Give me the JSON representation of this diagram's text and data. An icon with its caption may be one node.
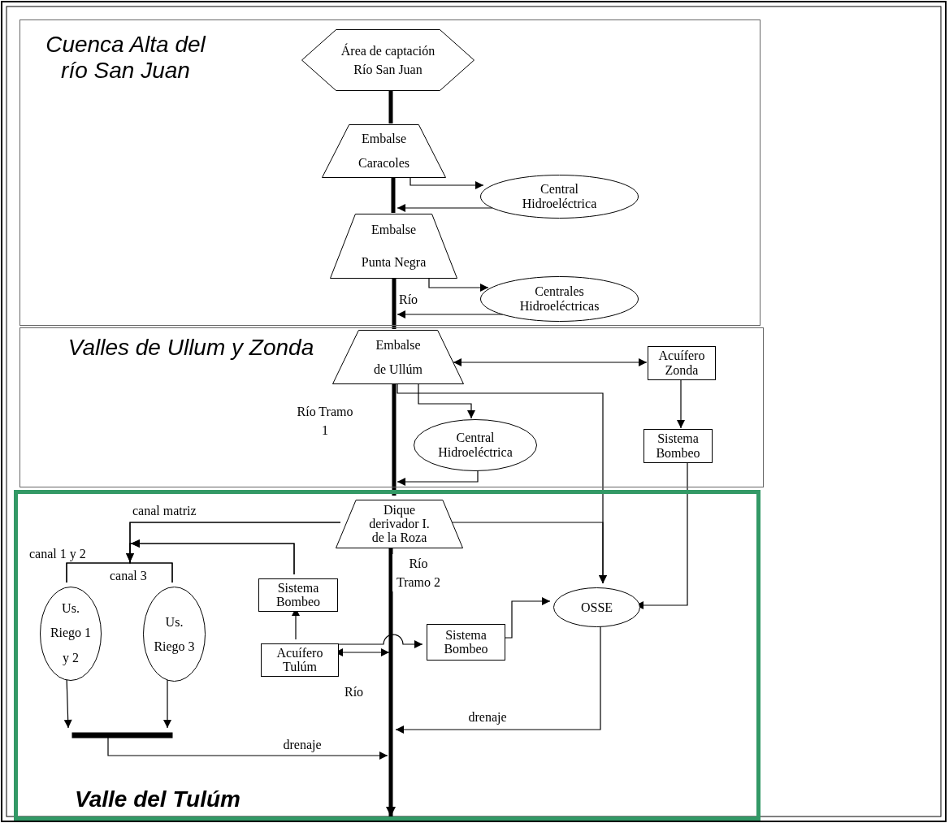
{
  "diagram": {
    "nodes": [
      {
        "text": [
          "Cuenca Alta del río San Juan"
        ]
      },
      {
        "text": [
          "Área de captación Río San Juan"
        ],
        "in": 0
      },
      {
        "text": [
          "Embalse Caracoles"
        ],
        "in": 0
      },
      {
        "text": [
          "Central Hidroeléctrica"
        ],
        "in": 0
      },
      {
        "text": [
          "Embalse Punta Negra"
        ],
        "in": 0
      },
      {
        "text": [
          "Centrales Hidroeléctricas"
        ],
        "in": 0
      },
      {
        "text": [
          "Valles de Ullum y Zonda"
        ]
      },
      {
        "text": [
          "Embalse de Ullúm"
        ],
        "in": 6
      },
      {
        "text": [
          "Acuífero Zonda"
        ],
        "in": 6
      },
      {
        "text": [
          "Sistema Bombeo"
        ],
        "in": 6
      },
      {
        "text": [
          "Central Hidroeléctrica"
        ],
        "in": 6
      },
      {
        "text": [
          "Valle del Tulúm"
        ]
      },
      {
        "text": [
          "Dique derivador I. de la Roza"
        ],
        "in": 11
      },
      {
        "text": [
          "Sistema Bombeo"
        ],
        "in": 11
      },
      {
        "text": [
          "Acuífero Tulúm"
        ],
        "in": 11
      },
      {
        "text": [
          "Sistema Bombeo"
        ],
        "in": 11
      },
      {
        "text": [
          "OSSE"
        ],
        "in": 11
      },
      {
        "text": [
          "Us. Riego 1 y 2"
        ],
        "in": 11
      },
      {
        "text": [
          "Us. Riego 3"
        ],
        "in": 11
      },
      {
        "text": [],
        "shape": "bar",
        "in": 11
      }
    ],
    "edges": [
      {
        "from": 1,
        "to": 2,
        "arrow": "none",
        "style": "thick"
      },
      {
        "from": 2,
        "to": 4,
        "arrow": "none",
        "style": "thick"
      },
      {
        "from": 4,
        "to": 7,
        "arrow": "none",
        "style": "thick",
        "label": "Río"
      },
      {
        "from": 7,
        "to": 12,
        "arrow": "none",
        "style": "thick",
        "label": "Río Tramo 1"
      },
      {
        "from": 12,
        "to": null,
        "arrow": "to",
        "style": "thick",
        "label": "Río Tramo 2"
      },
      {
        "from": 2,
        "to": 3,
        "arrow": "to"
      },
      {
        "from": 3,
        "to": 4,
        "arrow": "to"
      },
      {
        "from": 4,
        "to": 5,
        "arrow": "to"
      },
      {
        "from": 5,
        "to": 7,
        "arrow": "to"
      },
      {
        "from": 7,
        "to": 8,
        "arrow": "both"
      },
      {
        "from": 7,
        "to": 10,
        "arrow": "to"
      },
      {
        "from": 8,
        "to": 9,
        "arrow": "to"
      },
      {
        "from": 10,
        "to": 12,
        "arrow": "to"
      },
      {
        "from": 7,
        "to": 16,
        "arrow": "to"
      },
      {
        "from": 12,
        "to": 16,
        "arrow": "to"
      },
      {
        "from": 9,
        "to": 16,
        "arrow": "to"
      },
      {
        "from": 12,
        "to": 17,
        "arrow": "to"
      },
      {
        "from": 12,
        "to": 18,
        "arrow": "to"
      },
      {
        "from": 13,
        "to": 17,
        "arrow": "to"
      },
      {
        "from": 13,
        "to": 18,
        "arrow": "to"
      },
      {
        "from": 14,
        "to": 13,
        "arrow": "to"
      },
      {
        "from": 14,
        "to": null,
        "arrow": "both"
      },
      {
        "from": 14,
        "to": 15,
        "arrow": "to"
      },
      {
        "from": 15,
        "to": 16,
        "arrow": "to"
      },
      {
        "from": 16,
        "to": null,
        "arrow": "to",
        "label": "drenaje"
      },
      {
        "from": 17,
        "to": 19,
        "arrow": "to"
      },
      {
        "from": 18,
        "to": 19,
        "arrow": "to"
      },
      {
        "from": 19,
        "to": null,
        "arrow": "to",
        "label": "drenaje"
      }
    ],
    "labels": [
      "canal matriz",
      "canal 1 y 2",
      "canal 3",
      "Río"
    ]
  }
}
